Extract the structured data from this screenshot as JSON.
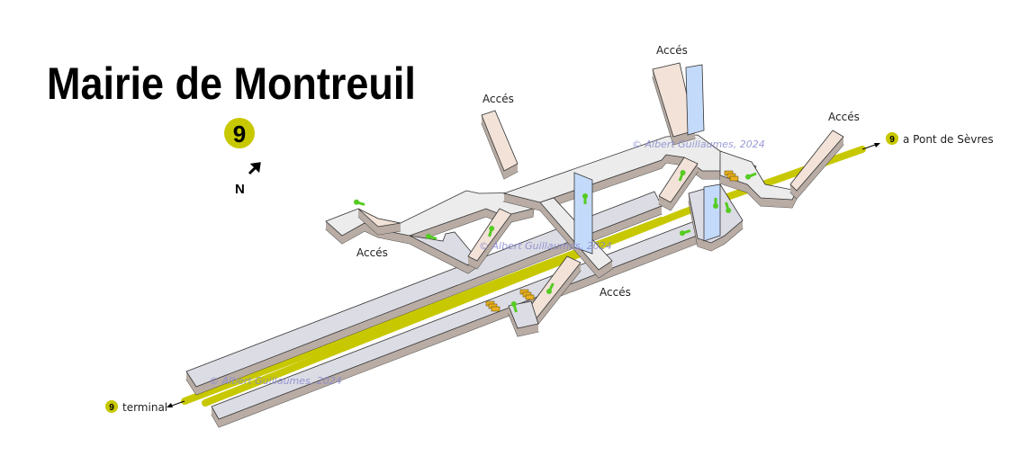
{
  "title": "Mairie de Montreuil",
  "line": {
    "number": "9",
    "color": "#c8c800"
  },
  "compass": {
    "label": "N"
  },
  "access_labels": [
    "Accés",
    "Accés",
    "Accés",
    "Accés",
    "Accés"
  ],
  "directions": {
    "east": {
      "line": "9",
      "label": "a Pont de Sèvres"
    },
    "west": {
      "line": "9",
      "label": "terminal"
    }
  },
  "watermark": "© Albert Guillaumes, 2024",
  "colors": {
    "platform": "#dcdce4",
    "corridor": "#ececec",
    "stairs": "#f2e2d8",
    "elevator": "#c4dafa",
    "side": "#b8aca4",
    "arrow": "#55cc22",
    "escalator": "#e8b020",
    "track": "#c8c800"
  }
}
